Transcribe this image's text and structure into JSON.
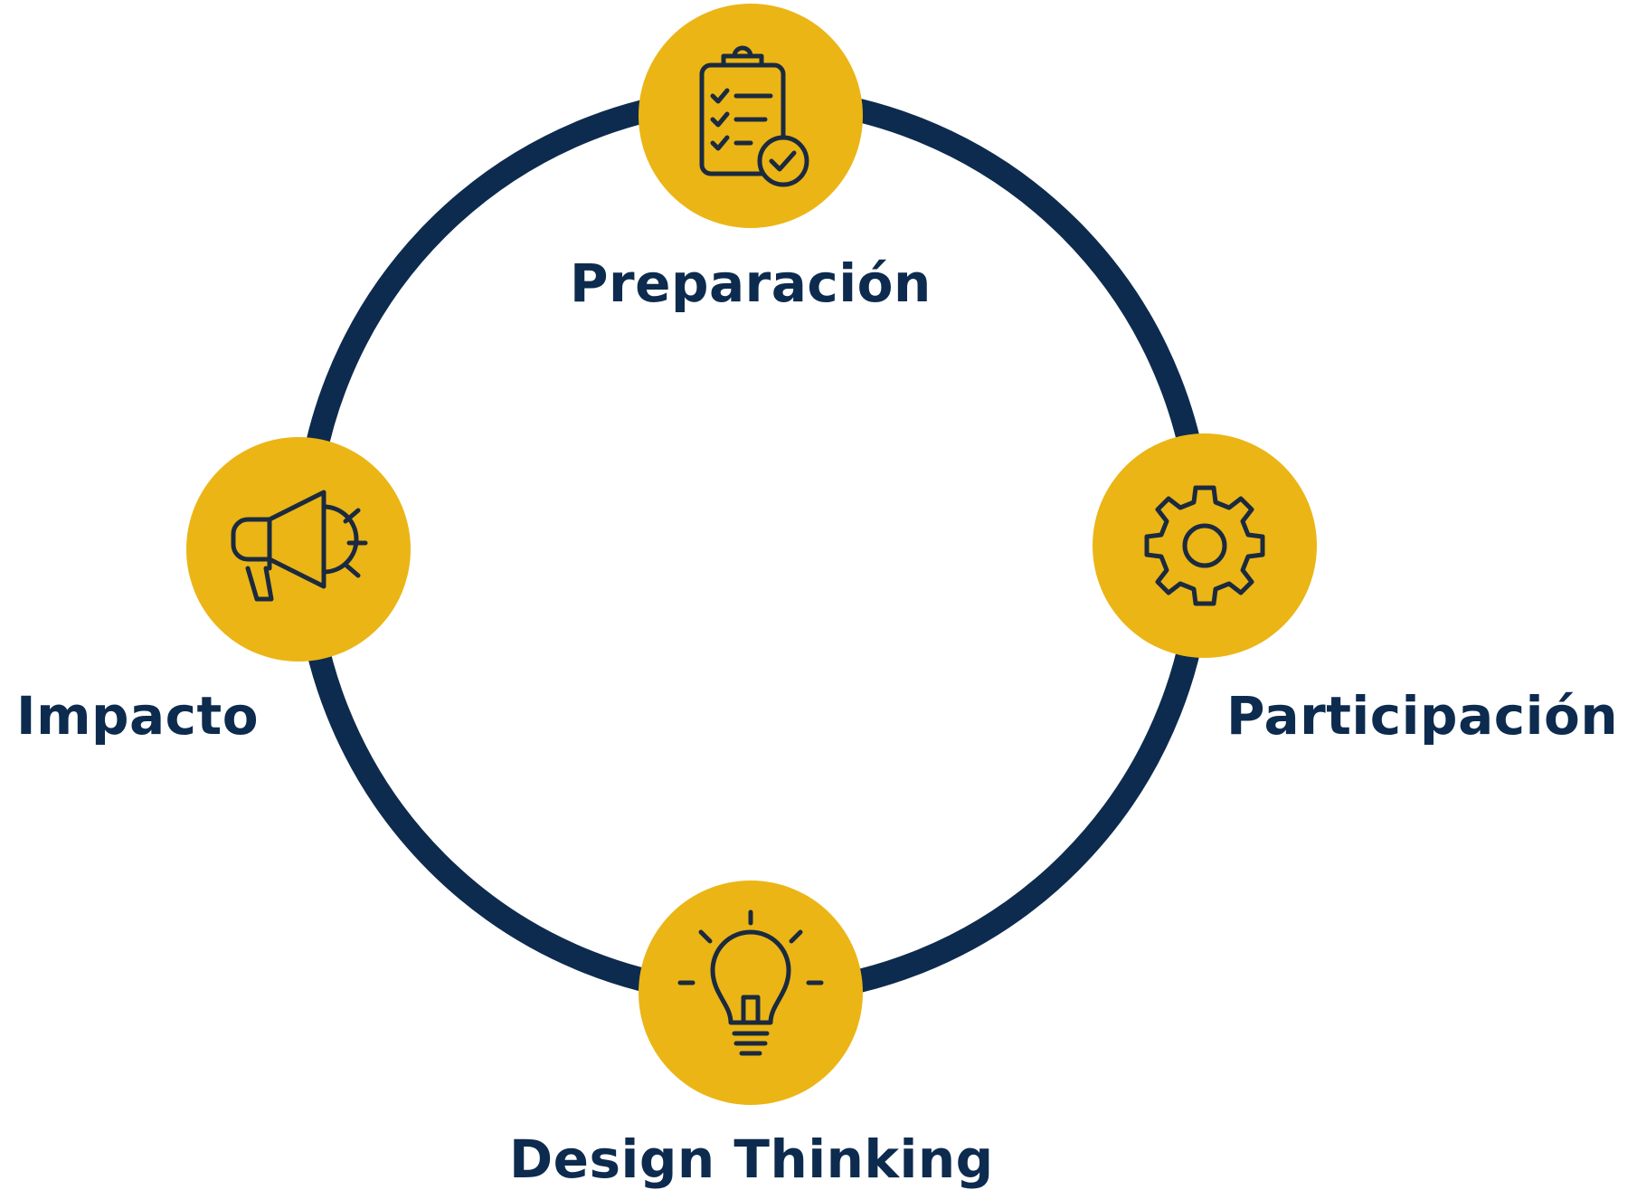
{
  "colors": {
    "ring": "#0d2b4e",
    "node_fill": "#ebb516",
    "icon_stroke": "#1b2a3e",
    "label": "#0d2b4e",
    "background": "#ffffff"
  },
  "stages": [
    {
      "id": "top",
      "label": "Preparación",
      "icon": "clipboard-check-icon"
    },
    {
      "id": "right",
      "label": "Participación",
      "icon": "gear-icon"
    },
    {
      "id": "bottom",
      "label": "Design Thinking",
      "icon": "lightbulb-icon"
    },
    {
      "id": "left",
      "label": "Impacto",
      "icon": "megaphone-icon"
    }
  ]
}
